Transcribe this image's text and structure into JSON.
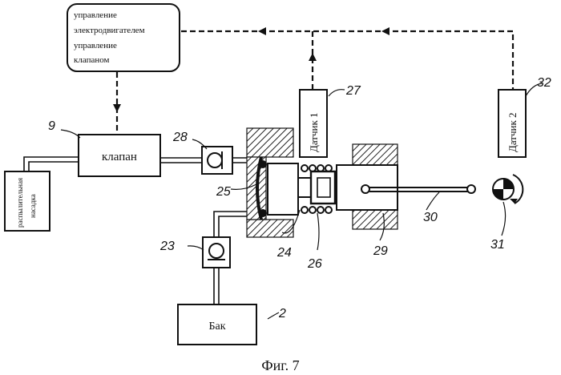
{
  "control_box": {
    "line1": "управление",
    "line2": "электродвигателем",
    "line3": "управление",
    "line4": "клапаном"
  },
  "valve": {
    "label": "клапан",
    "ref": "9"
  },
  "nozzle": {
    "line1": "распылительная",
    "line2": "насадка"
  },
  "sensor1": {
    "label": "Датчик 1",
    "ref": "27"
  },
  "sensor2": {
    "label": "Датчик 2",
    "ref": "32"
  },
  "tank": {
    "label": "Бак",
    "ref": "2"
  },
  "refs": {
    "check_valve_top": "28",
    "check_valve_bottom": "23",
    "membrane": "25",
    "chamber": "24",
    "spring": "26",
    "piston": "29",
    "rod": "30",
    "motor": "31"
  },
  "caption": "Фиг. 7"
}
